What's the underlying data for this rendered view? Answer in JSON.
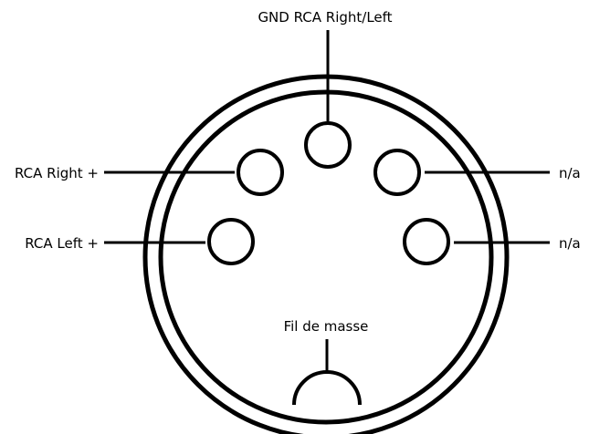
{
  "diagram": {
    "labels": {
      "gnd_rca_right_left": "GND RCA Right/Left",
      "rca_right_plus": "RCA Right +",
      "rca_left_plus": "RCA Left +",
      "na_upper": "n/a",
      "na_lower": "n/a",
      "fil_de_masse": "Fil de masse"
    },
    "colors": {
      "stroke": "#000000",
      "background": "#ffffff"
    }
  }
}
